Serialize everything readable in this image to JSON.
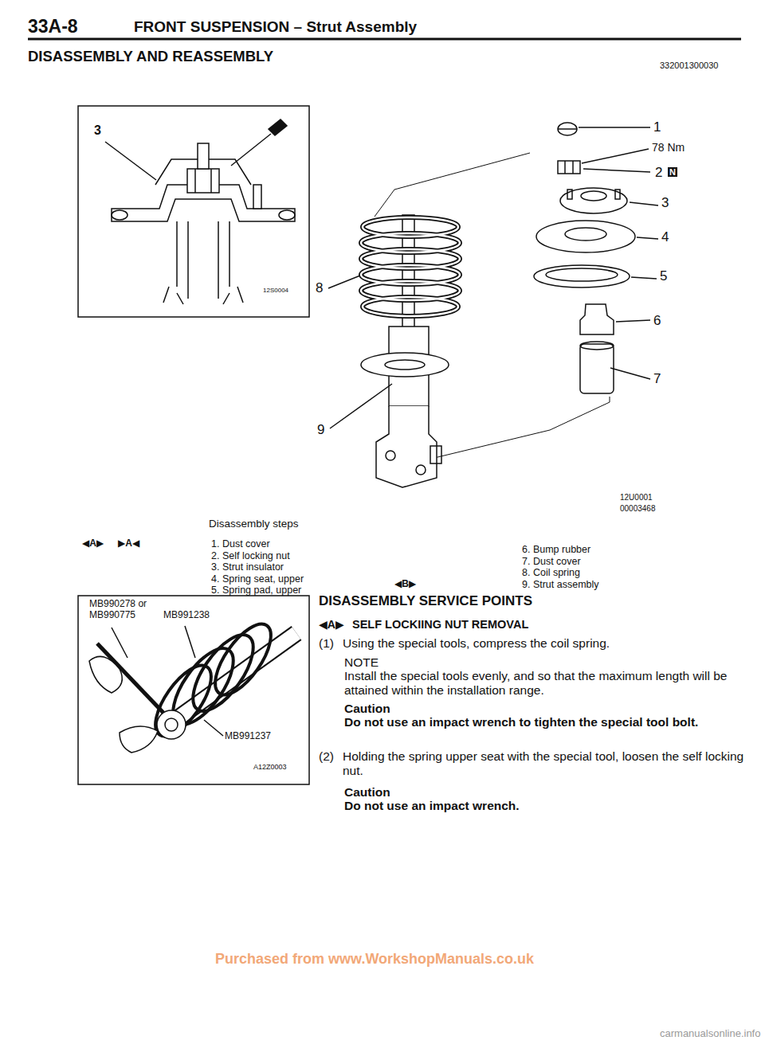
{
  "diagram": {
    "title": "DISASSEMBLY AND REASSEMBLY",
    "labels": [
      "33A-8",
      "FRONT SUSPENSION – Strut Assembly",
      "332001300030",
      "3",
      "12S0004",
      "1",
      "78 Nm",
      "2",
      "N",
      "3",
      "4",
      "5",
      "6",
      "7",
      "8",
      "9",
      "12U0001",
      "00003468",
      "Disassembly steps",
      "◀A▶",
      "▶A◀",
      "1. Dust cover",
      "2. Self locking nut",
      "3. Strut insulator",
      "4. Spring seat, upper",
      "5. Spring pad, upper",
      "6. Bump rubber",
      "7. Dust cover",
      "8. Coil spring",
      "9. Strut assembly",
      "◀B▶",
      "MB990278 or MB990775",
      "MB991238",
      "MB991237",
      "A12Z0003",
      "DISASSEMBLY SERVICE POINTS",
      "◀A▶",
      "SELF LOCKIING NUT REMOVAL",
      "(1)",
      "Using the special tools, compress the coil spring.",
      "NOTE",
      "Install the special tools evenly, and so that the maximum length will be attained within the installation range.",
      "Caution",
      "Do not use an impact wrench to tighten the special tool bolt.",
      "(2)",
      "Holding the spring upper seat with the special tool, loosen the self locking nut.",
      "Caution",
      "Do not use an impact wrench.",
      "Purchased from www.WorkshopManuals.co.uk",
      "carmanualsonline.info"
    ]
  }
}
